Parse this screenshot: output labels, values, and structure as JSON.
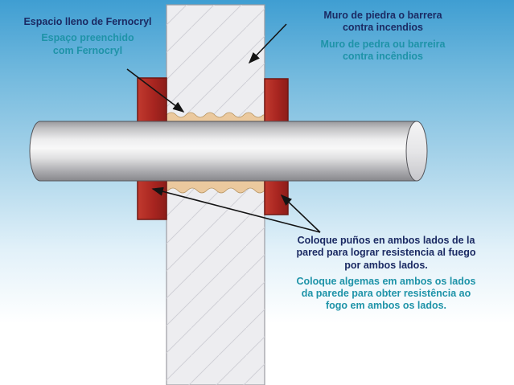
{
  "colors": {
    "sky_top": "#3f9ed2",
    "text_primary": "#1b2a63",
    "text_secondary": "#1e93a8",
    "wall_fill": "#ededf0",
    "wall_edge": "#9b9ba2",
    "cuff_red": "#b02a25",
    "cuff_edge": "#701712",
    "sealant": "#ebc99e",
    "sealant_edge": "#b6935f",
    "arrow": "#141414"
  },
  "labels": {
    "fernocryl": {
      "primary": "Espacio lleno de Fernocryl",
      "secondary_lines": [
        "Espaço preenchido",
        "com Fernocryl"
      ]
    },
    "wall": {
      "primary_lines": [
        "Muro de piedra o barrera",
        "contra incendios"
      ],
      "secondary_lines": [
        "Muro de pedra ou barreira",
        "contra incêndios"
      ]
    },
    "cuffs": {
      "primary_lines": [
        "Coloque puños en ambos lados de la",
        "pared para lograr resistencia al fuego",
        "por ambos lados."
      ],
      "secondary_lines": [
        "Coloque algemas em ambos os lados",
        "da parede para obter resistência ao",
        "fogo em ambos os lados."
      ]
    }
  }
}
